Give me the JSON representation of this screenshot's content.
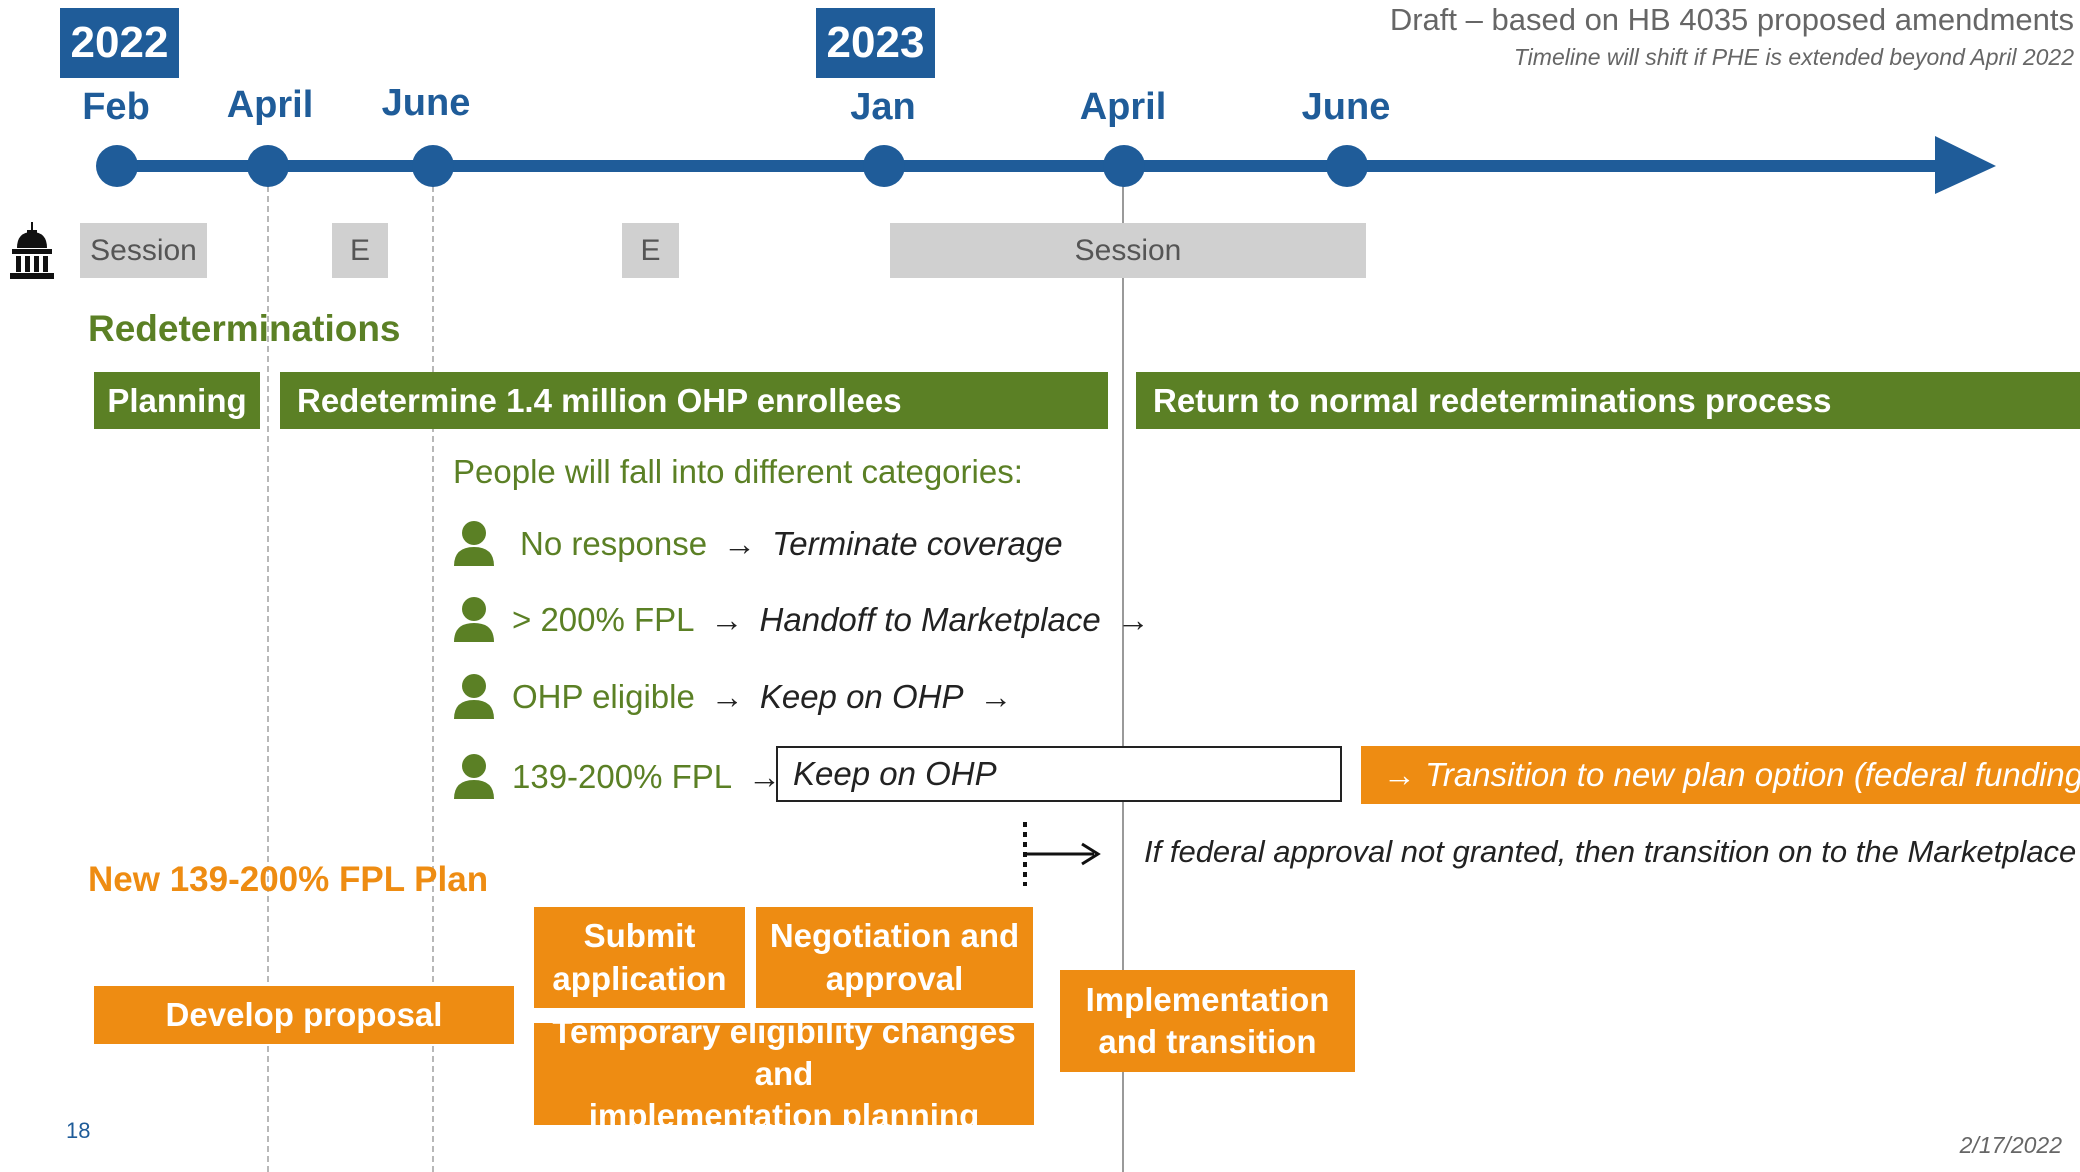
{
  "header": {
    "draft_note": "Draft – based on HB 4035 proposed amendments",
    "timeline_note": "Timeline will shift if PHE is extended beyond April 2022"
  },
  "timeline": {
    "years": [
      "2022",
      "2023"
    ],
    "months": [
      "Feb",
      "April",
      "June",
      "Jan",
      "April",
      "June"
    ]
  },
  "legislature": {
    "icon": "capitol-building-icon",
    "blocks": [
      "Session",
      "E",
      "E",
      "Session"
    ]
  },
  "redeterminations": {
    "title": "Redeterminations",
    "bars": [
      "Planning",
      "Redetermine 1.4 million OHP enrollees",
      "Return to normal redeterminations process"
    ],
    "categories_intro": "People will fall into different categories:",
    "categories": [
      {
        "label": "No response",
        "arrow": "→",
        "outcome": "Terminate coverage",
        "tail": ""
      },
      {
        "label": "> 200% FPL",
        "arrow": "→",
        "outcome": "Handoff to Marketplace",
        "tail": "→"
      },
      {
        "label": "OHP eligible",
        "arrow": "→",
        "outcome": "Keep on OHP",
        "tail": "→"
      },
      {
        "label": "139-200% FPL",
        "arrow": "→",
        "outcome": "Keep on OHP",
        "tail": ""
      }
    ],
    "transition_box": "→ Transition to new plan option (federal funding) →",
    "fallback_note": "If federal approval not granted, then transition on to the Marketplace"
  },
  "new_plan": {
    "title": "New 139-200% FPL Plan",
    "boxes": [
      {
        "line1": "Develop proposal",
        "line2": ""
      },
      {
        "line1": "Submit",
        "line2": "application"
      },
      {
        "line1": "Negotiation and",
        "line2": "approval"
      },
      {
        "line1": "Temporary eligibility changes and",
        "line2": "implementation planning"
      },
      {
        "line1": "Implementation",
        "line2": "and transition"
      }
    ]
  },
  "footer": {
    "page_number": "18",
    "date": "2/17/2022"
  },
  "colors": {
    "navy": "#1F5C99",
    "green": "#5B8025",
    "orange": "#EE8C12",
    "gray_block": "#D0D0D0"
  }
}
